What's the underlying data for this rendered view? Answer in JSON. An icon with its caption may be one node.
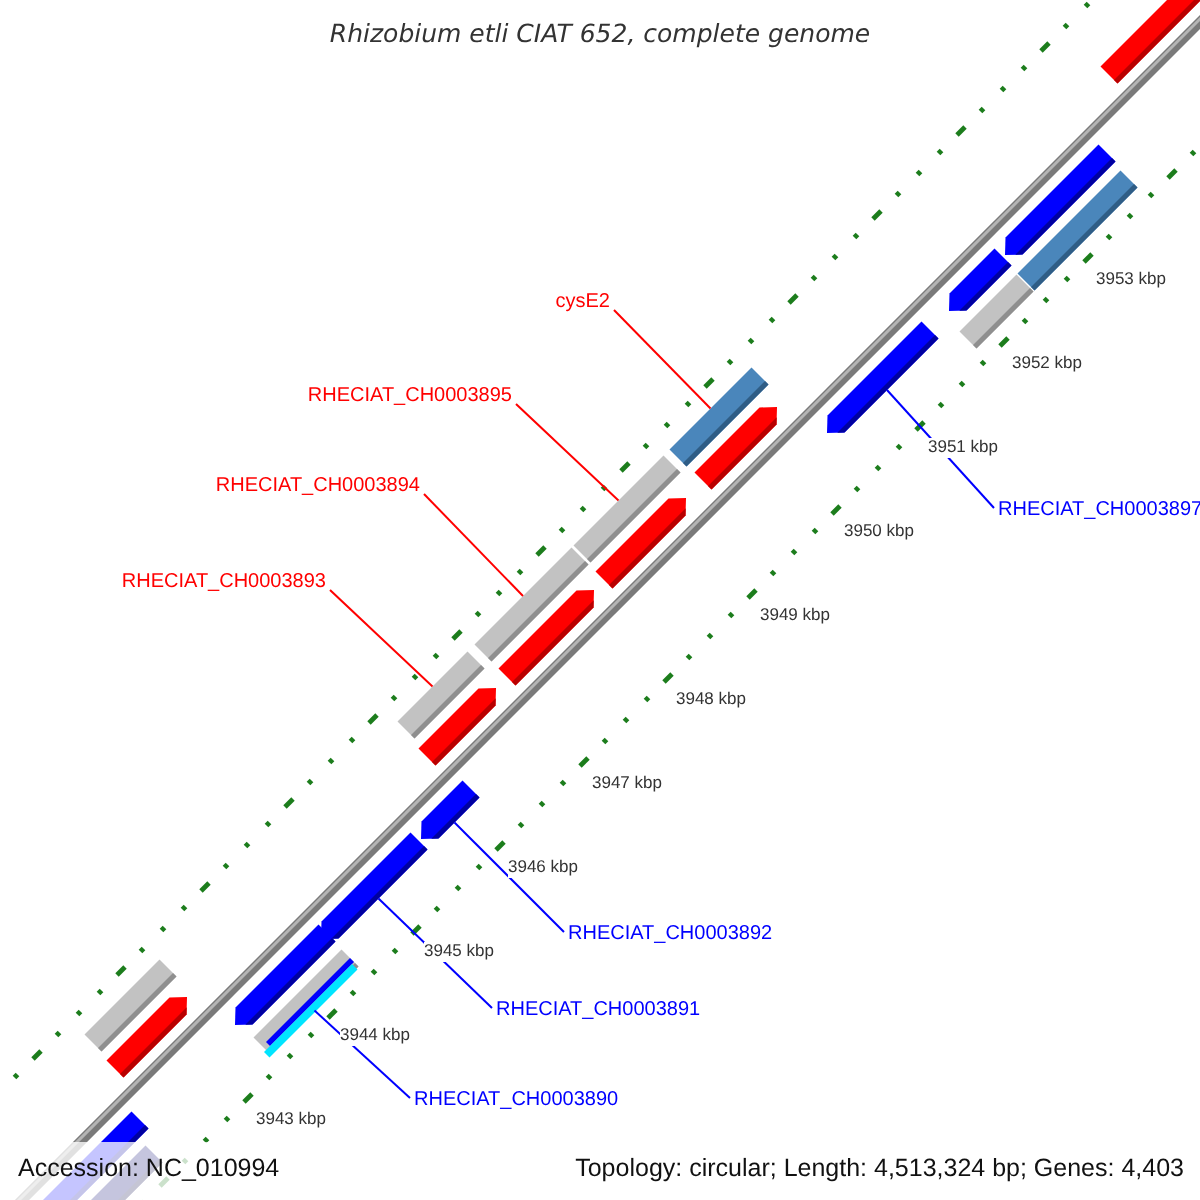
{
  "diagram": {
    "title": "Rhizobium etli CIAT 652, complete genome",
    "nodes": [
      {
        "text": [
          "cysE2"
        ]
      },
      {
        "text": [
          "RHECIAT_CH0003895"
        ]
      },
      {
        "text": [
          "RHECIAT_CH0003894"
        ]
      },
      {
        "text": [
          "RHECIAT_CH0003893"
        ]
      },
      {
        "text": [
          "RHECIAT_CH0003897"
        ]
      },
      {
        "text": [
          "RHECIAT_CH0003892"
        ]
      },
      {
        "text": [
          "RHECIAT_CH0003891"
        ]
      },
      {
        "text": [
          "RHECIAT_CH0003890"
        ]
      },
      {
        "text": [],
        "shape": "bar"
      },
      {
        "text": [],
        "shape": "bar"
      },
      {
        "text": [],
        "shape": "bar"
      },
      {
        "text": [],
        "shape": "bar"
      },
      {
        "text": [],
        "shape": "arrow"
      },
      {
        "text": [],
        "shape": "arrow"
      },
      {
        "text": [],
        "shape": "arrow"
      },
      {
        "text": [],
        "shape": "bar"
      },
      {
        "text": [],
        "shape": "arrow"
      },
      {
        "text": [],
        "shape": "arrow"
      },
      {
        "text": [],
        "shape": "arrow"
      },
      {
        "text": [],
        "shape": "arrow"
      },
      {
        "text": [],
        "shape": "arrow"
      },
      {
        "text": [],
        "shape": "arrow"
      },
      {
        "text": [],
        "shape": "bar"
      },
      {
        "text": [],
        "shape": "arrow"
      },
      {
        "text": [],
        "shape": "arrow"
      },
      {
        "text": [],
        "shape": "arrow"
      },
      {
        "text": [],
        "shape": "arrow"
      },
      {
        "text": [],
        "shape": "bar"
      },
      {
        "text": [],
        "shape": "bar"
      },
      {
        "text": [],
        "shape": "bar"
      }
    ],
    "edges": [
      {
        "from": 0,
        "to": 8,
        "arrow": "none",
        "color": "#ff0000"
      },
      {
        "from": 1,
        "to": 9,
        "arrow": "none",
        "color": "#ff0000"
      },
      {
        "from": 2,
        "to": 10,
        "arrow": "none",
        "color": "#ff0000"
      },
      {
        "from": 3,
        "to": 11,
        "arrow": "none",
        "color": "#ff0000"
      },
      {
        "from": 4,
        "to": 12,
        "arrow": "none",
        "color": "#0000ff"
      },
      {
        "from": 5,
        "to": 13,
        "arrow": "none",
        "color": "#0000ff"
      },
      {
        "from": 6,
        "to": 14,
        "arrow": "none",
        "color": "#0000ff"
      },
      {
        "from": 7,
        "to": 15,
        "arrow": "none",
        "color": "#0000ff"
      }
    ],
    "labels": [
      "3953 kbp",
      "3952 kbp",
      "3951 kbp",
      "3950 kbp",
      "3949 kbp",
      "3948 kbp",
      "3947 kbp",
      "3946 kbp",
      "3945 kbp",
      "3944 kbp",
      "3943 kbp",
      "Accession: NC_010994",
      "Topology: circular; Length: 4,513,324 bp; Genes: 4,403"
    ]
  }
}
